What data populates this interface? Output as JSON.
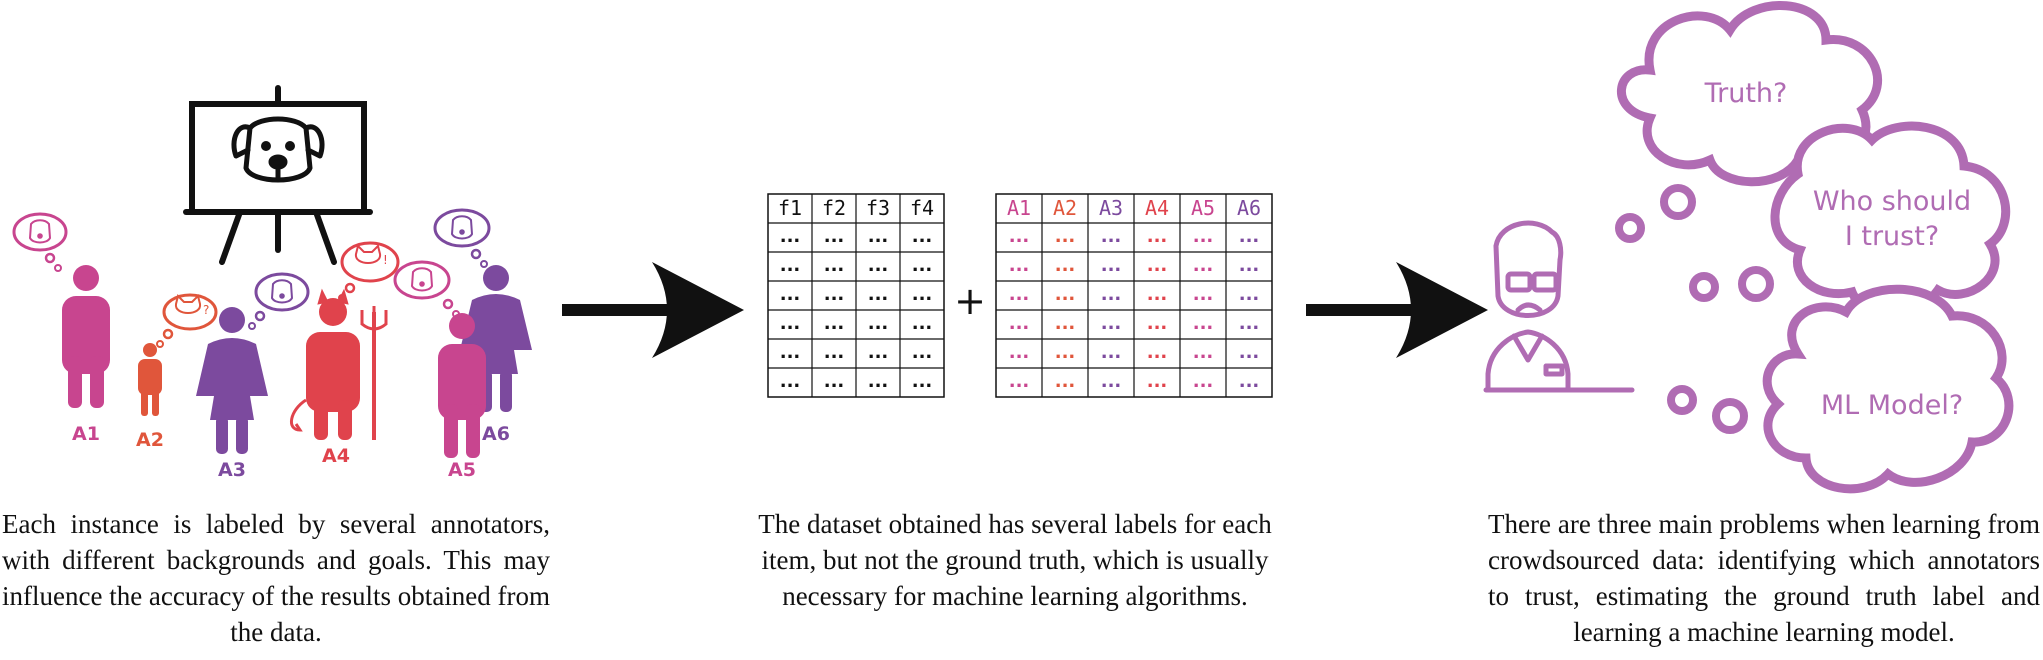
{
  "colors": {
    "pink": "#c8458f",
    "red": "#e0434c",
    "orange": "#e0563b",
    "purple": "#7c4a9e",
    "violet": "#b06cb3",
    "black": "#111111"
  },
  "annotators": [
    {
      "label": "A1",
      "color": "#c8458f"
    },
    {
      "label": "A2",
      "color": "#e0563b"
    },
    {
      "label": "A3",
      "color": "#7c4a9e"
    },
    {
      "label": "A4",
      "color": "#e0434c"
    },
    {
      "label": "A5",
      "color": "#c8458f"
    },
    {
      "label": "A6",
      "color": "#7c4a9e"
    }
  ],
  "thought_marks": {
    "cat_question": "?",
    "cat_exclaim": "!"
  },
  "feature_table": {
    "headers": [
      "f1",
      "f2",
      "f3",
      "f4"
    ],
    "cell": "...",
    "rows": 6
  },
  "plus_sign": "+",
  "label_table": {
    "headers": [
      "A1",
      "A2",
      "A3",
      "A4",
      "A5",
      "A6"
    ],
    "header_colors": [
      "#c8458f",
      "#e0563b",
      "#7c4a9e",
      "#e0434c",
      "#c8458f",
      "#7c4a9e"
    ],
    "cell": "...",
    "rows": 6
  },
  "clouds": [
    "Truth?",
    "Who should",
    "I trust?",
    "ML Model?"
  ],
  "captions": {
    "left": "Each instance is labeled by several annotators, with different backgrounds and goals. This may influence the accuracy of the results obtained from the data.",
    "middle": "The dataset obtained has several labels for each item, but not the ground truth, which is usually necessary for machine learning algorithms.",
    "right": "There are three main problems when learning from crowdsourced data: identifying which annotators to trust, estimating the ground truth label and learning a machine learning model."
  }
}
